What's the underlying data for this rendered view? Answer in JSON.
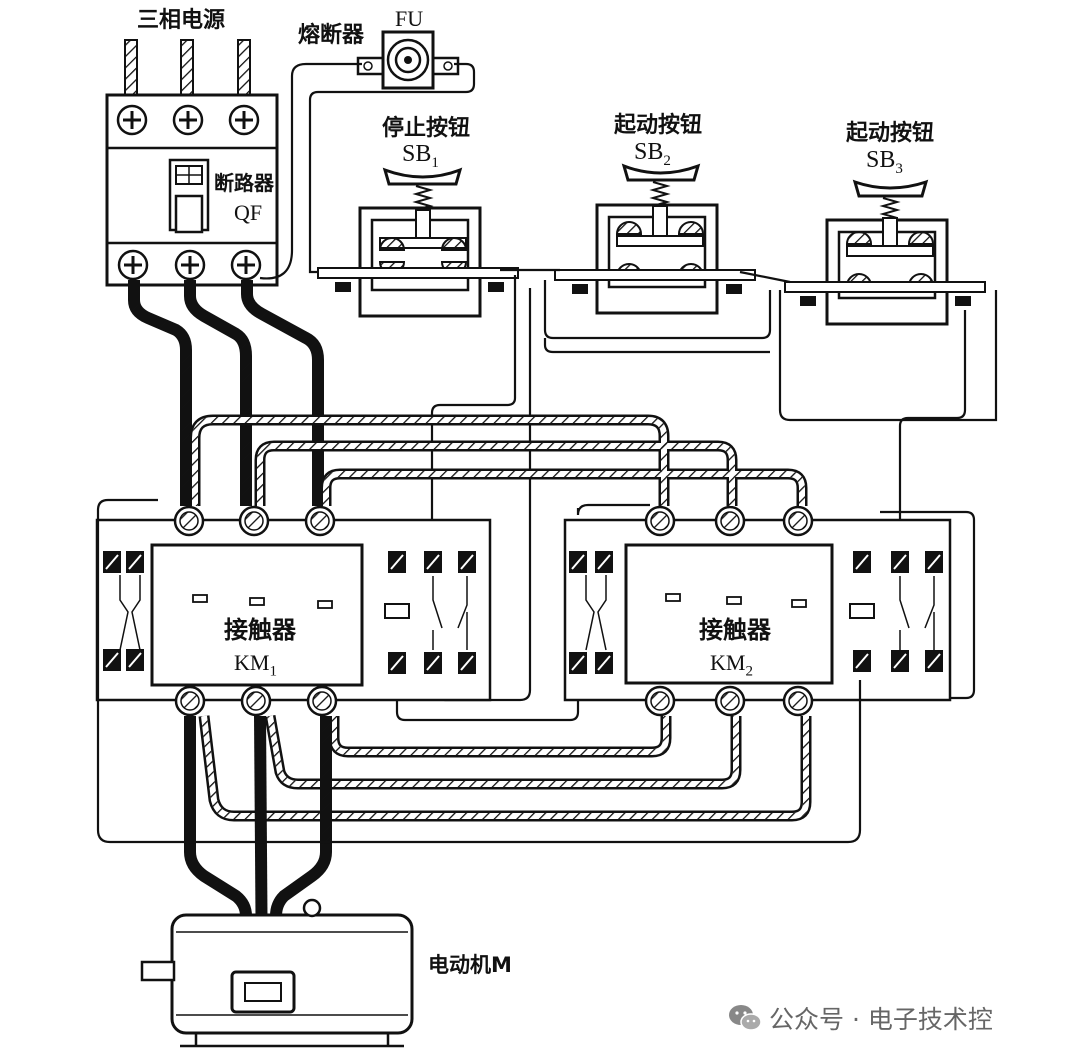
{
  "labels": {
    "power_source": "三相电源",
    "fuse_name": "熔断器",
    "fuse_code": "FU",
    "stop_button_name": "停止按钮",
    "stop_button_code": "SB",
    "stop_button_sub": "1",
    "start_button2_name": "起动按钮",
    "start_button2_code": "SB",
    "start_button2_sub": "2",
    "start_button3_name": "起动按钮",
    "start_button3_code": "SB",
    "start_button3_sub": "3",
    "breaker_name": "断路器",
    "breaker_code": "QF",
    "contactor1_name": "接触器",
    "contactor1_code": "KM",
    "contactor1_sub": "1",
    "contactor2_name": "接触器",
    "contactor2_code": "KM",
    "contactor2_sub": "2",
    "motor_name": "电动机M"
  },
  "watermark": {
    "text": "公众号 · 电子技术控",
    "color": "#666666"
  },
  "colors": {
    "line": "#111111",
    "background": "#ffffff"
  }
}
